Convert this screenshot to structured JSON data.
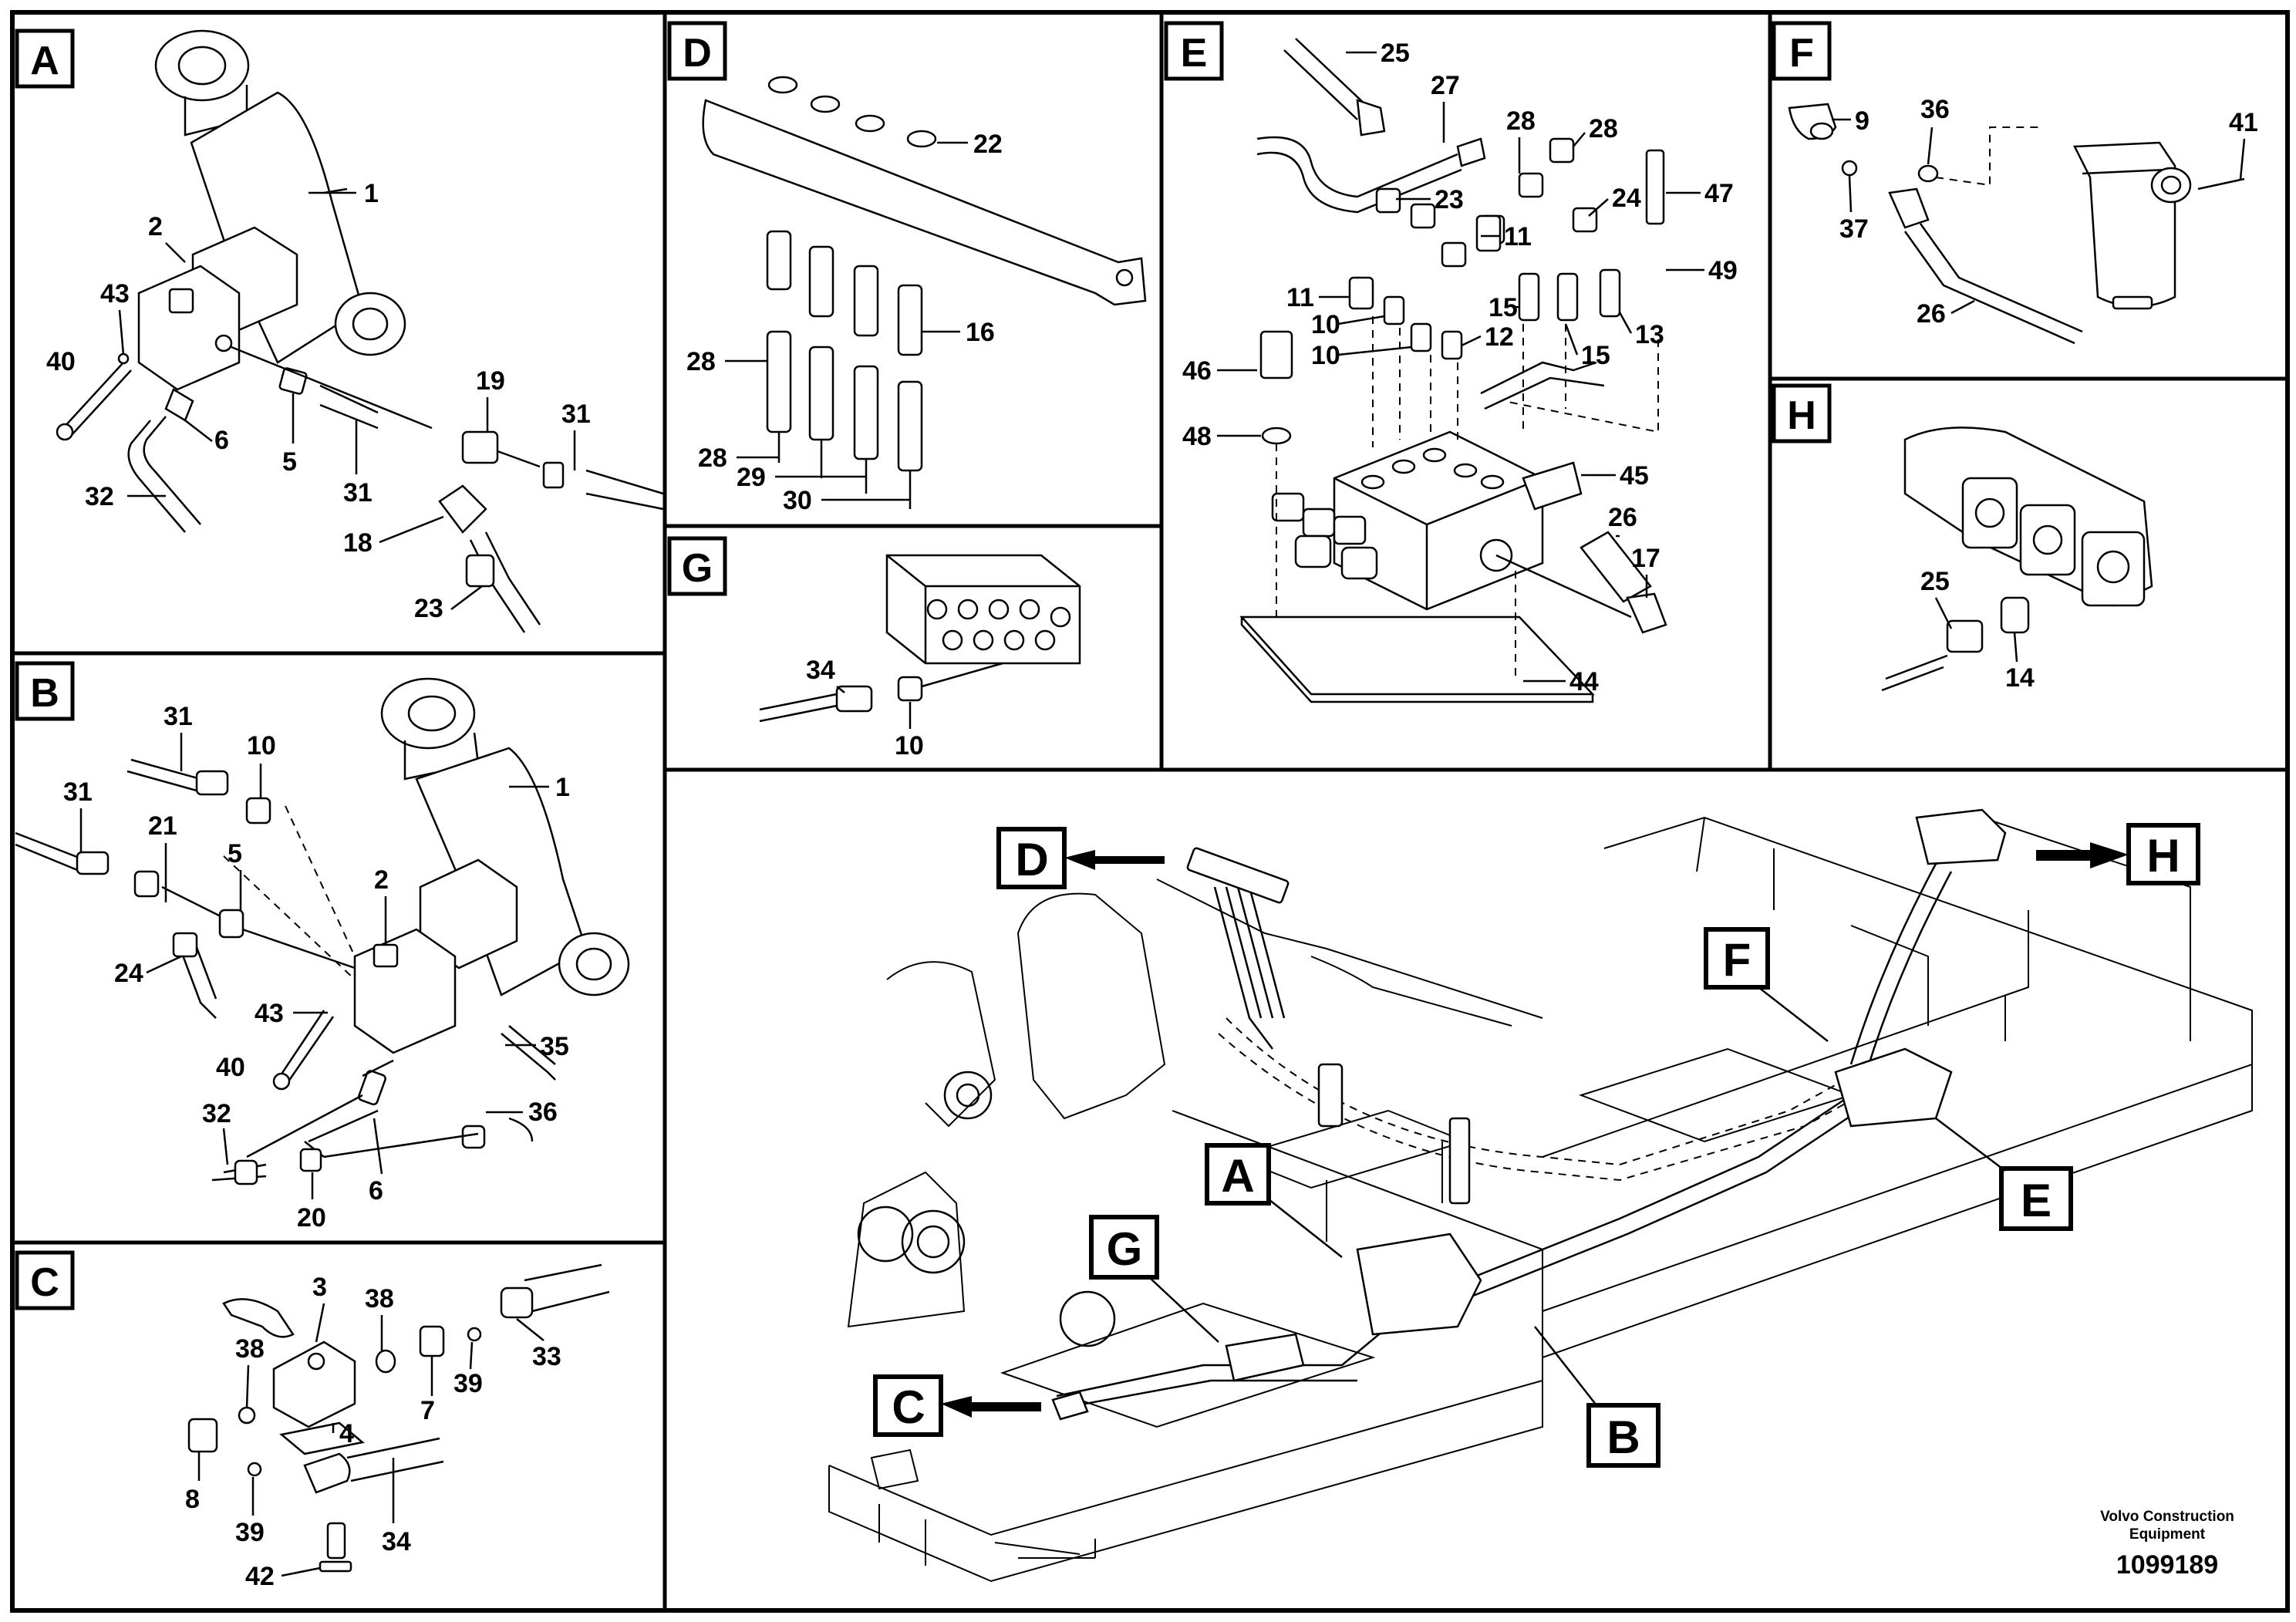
{
  "panels": {
    "A": {
      "letter": "A",
      "callouts": [
        "1",
        "2",
        "43",
        "40",
        "6",
        "5",
        "31",
        "19",
        "31",
        "32",
        "18",
        "23"
      ]
    },
    "B": {
      "letter": "B",
      "callouts": [
        "31",
        "10",
        "31",
        "21",
        "5",
        "1",
        "2",
        "24",
        "43",
        "40",
        "35",
        "32",
        "36",
        "20",
        "6"
      ]
    },
    "C": {
      "letter": "C",
      "callouts": [
        "3",
        "38",
        "38",
        "7",
        "39",
        "33",
        "4",
        "8",
        "39",
        "34",
        "42"
      ]
    },
    "D": {
      "letter": "D",
      "callouts": [
        "22",
        "16",
        "28",
        "28",
        "29",
        "30"
      ]
    },
    "E": {
      "letter": "E",
      "callouts": [
        "25",
        "27",
        "28",
        "28",
        "23",
        "24",
        "47",
        "11",
        "11",
        "49",
        "15",
        "13",
        "10",
        "10",
        "12",
        "15",
        "46",
        "48",
        "45",
        "26",
        "17",
        "44"
      ]
    },
    "F": {
      "letter": "F",
      "callouts": [
        "9",
        "36",
        "41",
        "37",
        "26"
      ]
    },
    "G": {
      "letter": "G",
      "callouts": [
        "34",
        "10"
      ]
    },
    "H": {
      "letter": "H",
      "callouts": [
        "25",
        "14"
      ]
    }
  },
  "overview": {
    "labels": [
      "D",
      "H",
      "F",
      "A",
      "G",
      "C",
      "B",
      "E"
    ]
  },
  "footer": {
    "company_line1": "Volvo Construction",
    "company_line2": "Equipment",
    "drawing_number": "1099189"
  }
}
